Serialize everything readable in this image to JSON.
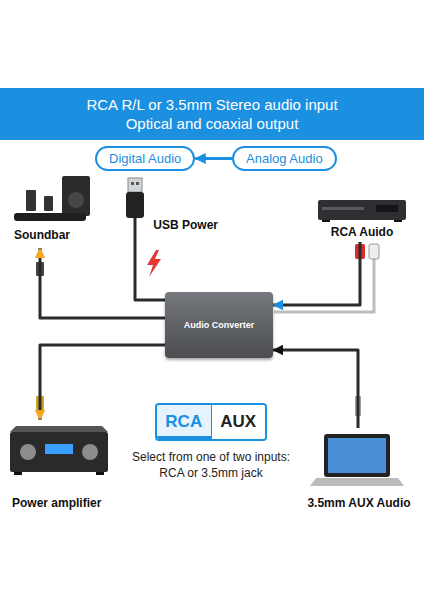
{
  "diagram": {
    "title": "RCA R/L or 3.5mm Stereo audio input Optical and coaxial output",
    "nodes": [
      {
        "text": [
          "Digital Audio"
        ]
      },
      {
        "text": [
          "Analog Audio"
        ]
      },
      {
        "text": [
          "Soundbar"
        ]
      },
      {
        "text": [
          "USB Power"
        ]
      },
      {
        "text": [
          "RCA Auido"
        ]
      },
      {
        "text": [
          "Audio Converter"
        ]
      },
      {
        "text": [
          "Power amplifier"
        ]
      },
      {
        "text": [
          "RCA",
          "AUX"
        ]
      },
      {
        "text": [
          "3.5mm AUX Audio"
        ]
      }
    ],
    "edges": [
      {
        "from": 1,
        "to": 0,
        "arrow": "to"
      },
      {
        "from": 5,
        "to": 2,
        "arrow": "to"
      },
      {
        "from": 5,
        "to": 6,
        "arrow": "to"
      },
      {
        "from": 3,
        "to": 5,
        "arrow": "none"
      },
      {
        "from": 4,
        "to": 5,
        "arrow": "to"
      },
      {
        "from": 8,
        "to": 5,
        "arrow": "to"
      }
    ],
    "labels": [
      "Select from one of two inputs: RCA or 3.5mm jack"
    ]
  }
}
